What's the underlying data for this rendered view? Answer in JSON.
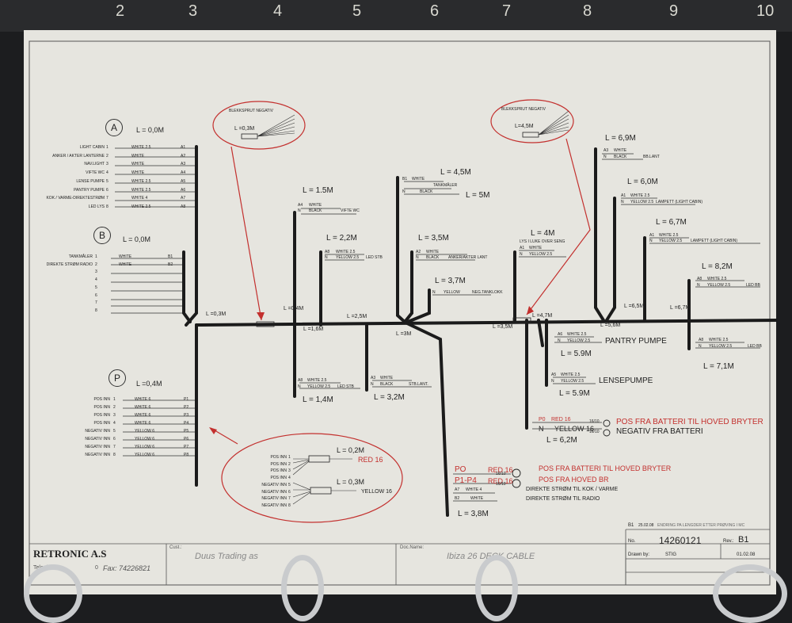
{
  "ruler_numbers": [
    "2",
    "3",
    "4",
    "5",
    "6",
    "7",
    "8",
    "9",
    "10"
  ],
  "groups": {
    "A": {
      "letter": "A",
      "length": "L = 0,0M",
      "rows": [
        {
          "label": "LIGHT CABIN",
          "num": "1",
          "color": "WHITE 2.5",
          "code": "A1"
        },
        {
          "label": "ANKER / AKTER LANTERNE",
          "num": "2",
          "color": "WHITE",
          "code": "A2"
        },
        {
          "label": "NAV.LIGHT",
          "num": "3",
          "color": "WHITE",
          "code": "A3"
        },
        {
          "label": "VIFTE WC",
          "num": "4",
          "color": "WHITE",
          "code": "A4"
        },
        {
          "label": "LENSE PUMPE",
          "num": "5",
          "color": "WHITE 2.5",
          "code": "A5"
        },
        {
          "label": "PANTRY PUMPE",
          "num": "6",
          "color": "WHITE 2.5",
          "code": "A6"
        },
        {
          "label": "KOK / VARME-DIREKTESTRØM",
          "num": "7",
          "color": "WHITE 4",
          "code": "A7"
        },
        {
          "label": "LED LYS",
          "num": "8",
          "color": "WHITE 2.5",
          "code": "A8"
        }
      ]
    },
    "B": {
      "letter": "B",
      "length": "L = 0,0M",
      "rows": [
        {
          "label": "TANKMÅLER",
          "num": "1",
          "color": "WHITE",
          "code": "B1"
        },
        {
          "label": "DIREKTE STRØM RADIO",
          "num": "2",
          "color": "WHITE",
          "code": "B2"
        },
        {
          "label": "",
          "num": "3",
          "color": "",
          "code": ""
        },
        {
          "label": "",
          "num": "4",
          "color": "",
          "code": ""
        },
        {
          "label": "",
          "num": "5",
          "color": "",
          "code": ""
        },
        {
          "label": "",
          "num": "6",
          "color": "",
          "code": ""
        },
        {
          "label": "",
          "num": "7",
          "color": "",
          "code": ""
        },
        {
          "label": "",
          "num": "8",
          "color": "",
          "code": ""
        }
      ]
    },
    "P": {
      "letter": "P",
      "length": "L =0,4M",
      "rows": [
        {
          "label": "POS INN",
          "num": "1",
          "color": "WHITE 6",
          "code": "P1"
        },
        {
          "label": "POS INN",
          "num": "2",
          "color": "WHITE 6",
          "code": "P2"
        },
        {
          "label": "POS INN",
          "num": "3",
          "color": "WHITE 6",
          "code": "P3"
        },
        {
          "label": "POS INN",
          "num": "4",
          "color": "WHITE 6",
          "code": "P4"
        },
        {
          "label": "NEGATIV INN",
          "num": "5",
          "color": "YELLOW 6",
          "code": "P5"
        },
        {
          "label": "NEGATIV INN",
          "num": "6",
          "color": "YELLOW 6",
          "code": "P6"
        },
        {
          "label": "NEGATIV INN",
          "num": "7",
          "color": "YELLOW 6",
          "code": "P7"
        },
        {
          "label": "NEGATIV INN",
          "num": "8",
          "color": "YELLOW 6",
          "code": "P8"
        }
      ]
    }
  },
  "callouts": {
    "left_bubble": {
      "title": "BLEKKSPRUT NEGATIV",
      "length": "L =0,3M"
    },
    "right_bubble": {
      "title": "BLEKKSPRUT NEGATIV",
      "length": "L=4,5M"
    },
    "bottom_bubble": {
      "rows": [
        "POS INN",
        "POS INN",
        "POS INN",
        "POS INN",
        "NEGATIV INN",
        "NEGATIV INN",
        "NEGATIV INN",
        "NEGATIV INN"
      ],
      "nums": [
        "1",
        "2",
        "3",
        "4",
        "5",
        "6",
        "7",
        "8"
      ],
      "upper_length": "L = 0,2M",
      "upper_wire": "RED 16",
      "lower_length": "L = 0,3M",
      "lower_wire": "YELLOW 16"
    }
  },
  "trunk_lengths": {
    "l03": "L =0,3M",
    "l04": "L =0,4M",
    "l16": "L =1,6M",
    "l25": "L =2,5M",
    "l3": "L =3M",
    "l35": "L =3,5M",
    "l47": "L =4,7M",
    "l56": "L =5,6M",
    "l65": "L =6,5M",
    "l67": "L =6,7M"
  },
  "branches": {
    "b15": {
      "length": "L = 1.5M",
      "w1c": "A4",
      "w1": "WHITE",
      "w2c": "N",
      "w2": "BLACK",
      "desc": "VIFTE WC"
    },
    "b22": {
      "length": "L = 2,2M",
      "w1c": "A8",
      "w1": "WHITE 2.5",
      "w2c": "N",
      "w2": "YELLOW 2.5",
      "desc": "LED STB"
    },
    "b45": {
      "length": "L = 4,5M",
      "w1c": "B1",
      "w1": "WHITE",
      "d1": "TANKMÅLER",
      "w2c": "N",
      "w2": "BLACK",
      "length2": "L = 5M"
    },
    "b35": {
      "length": "L = 3,5M",
      "w1c": "A2",
      "w1": "WHITE",
      "w2c": "N",
      "w2": "BLACK",
      "desc": "ANKER/AKTER LANT"
    },
    "b37": {
      "length": "L = 3,7M",
      "w2c": "N",
      "w2": "YELLOW",
      "desc": "NEG.TANKLOKK"
    },
    "b4": {
      "length": "L = 4M",
      "d1": "LYS I LUKE OVER SENG",
      "w1c": "A1",
      "w1": "WHITE",
      "w2c": "N",
      "w2": "YELLOW 2.5"
    },
    "b69": {
      "length": "L = 6,9M",
      "w1c": "A3",
      "w1": "WHITE",
      "w2c": "N",
      "w2": "BLACK",
      "desc": "BB.LANT"
    },
    "b60": {
      "length": "L = 6,0M",
      "w1c": "A1",
      "w1": "WHITE 2.5",
      "w2c": "N",
      "w2": "YELLOW 2.5",
      "desc": "LAMPETT (LIGHT CABIN)"
    },
    "b67": {
      "length": "L = 6,7M",
      "w1c": "A1",
      "w1": "WHITE 2.5",
      "w2c": "N",
      "w2": "YELLOW 2.5",
      "desc": "LAMPETT (LIGHT CABIN)"
    },
    "b82": {
      "length": "L = 8,2M",
      "w1c": "A8",
      "w1": "WHITE 2.5",
      "w2c": "N",
      "w2": "YELLOW 2.5",
      "desc": "LED BB"
    },
    "b71": {
      "length": "L = 7,1M",
      "w1c": "A8",
      "w1": "WHITE 2.5",
      "w2c": "N",
      "w2": "YELLOW 2.5",
      "desc": "LED BB"
    },
    "b14": {
      "length": "L = 1,4M",
      "w1c": "A8",
      "w1": "WHITE 2.5",
      "w2c": "N",
      "w2": "YELLOW 2.5",
      "desc": "LED STB"
    },
    "b32": {
      "length": "L = 3,2M",
      "w1c": "A3",
      "w1": "WHITE",
      "w2c": "N",
      "w2": "BLACK",
      "desc": "STB.LANT."
    },
    "pantry": {
      "length": "L = 5.9M",
      "w1c": "A6",
      "w1": "WHITE 2.5",
      "w2c": "N",
      "w2": "YELLOW 2.5",
      "title": "PANTRY PUMPE"
    },
    "lense": {
      "length": "L = 5.9M",
      "w1c": "A5",
      "w1": "WHITE 2.5",
      "w2c": "N",
      "w2": "YELLOW 2.5",
      "title": "LENSEPUMPE"
    },
    "b62": {
      "length": "L = 6,2M",
      "w1c": "P0",
      "w1": "RED 16",
      "w2c": "N",
      "w2": "YELLOW 16",
      "fuse": "16/10",
      "t1": "POS FRA BATTERI TIL HOVED BRYTER",
      "t2": "NEGATIV FRA BATTERI"
    },
    "b38": {
      "length": "L = 3,8M",
      "c1": "PO",
      "c1w": "RED 16",
      "c1t": "POS FRA BATTERI TIL HOVED BRYTER",
      "c2": "P1-P4",
      "c2w": "RED 16",
      "c2t": "POS FRA HOVED BR",
      "c3": "A7",
      "c3w": "WHITE 4",
      "c3t": "DIREKTE STRØM TIL KOK / VARME",
      "c4": "B2",
      "c4w": "WHITE",
      "c4t": "DIREKTE STRØM TIL RADIO",
      "fuse": "16/10"
    }
  },
  "title_block": {
    "company": "RETRONIC A.S",
    "telephone": "Telepho",
    "telephone_end": "0",
    "fax": "Fax: 74226821",
    "cust_label": "Cust.:",
    "cust_value": "Duus Trading as",
    "doc_label": "Doc.Name:",
    "doc_value": "Ibiza 26 DECK CABLE",
    "no_label": "No.",
    "no_value": "14260121",
    "rev_label": "Rev.:",
    "rev_value": "B1",
    "drawn_label": "Drawn by:",
    "drawn_value": "STIG",
    "date_value": "01.02.08",
    "rev_entry_code": "B1",
    "rev_entry_date": "25.02.08",
    "rev_entry_text": "ENDRING PA LENGDER ETTER PRØVING I MC"
  }
}
